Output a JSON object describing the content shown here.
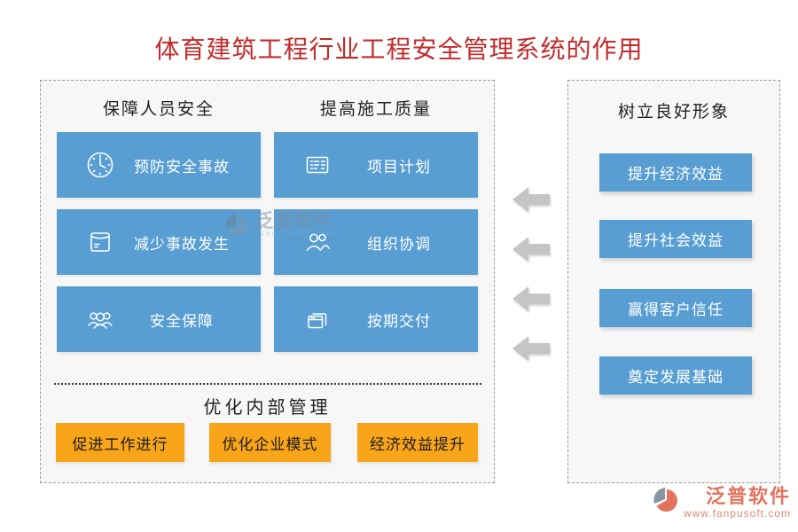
{
  "title": "体育建筑工程行业工程安全管理系统的作用",
  "colors": {
    "accent_blue": "#589ed2",
    "accent_orange": "#f9a51a",
    "title_red": "#c22b2b",
    "arrow_gray": "#c5c5c5",
    "logo_coral": "#e2745f",
    "panel_bg": "#f7f7f8"
  },
  "left_panel": {
    "columns": [
      {
        "header": "保障人员安全",
        "items": [
          {
            "icon": "clock-icon",
            "label": "预防安全事故"
          },
          {
            "icon": "parcel-icon",
            "label": "减少事故发生"
          },
          {
            "icon": "team-icon",
            "label": "安全保障"
          }
        ]
      },
      {
        "header": "提高施工质量",
        "items": [
          {
            "icon": "plan-board-icon",
            "label": "项目计划"
          },
          {
            "icon": "partners-icon",
            "label": "组织协调"
          },
          {
            "icon": "stacked-windows-icon",
            "label": "按期交付"
          }
        ]
      }
    ],
    "bottom": {
      "header": "优化内部管理",
      "items": [
        "促进工作进行",
        "优化企业模式",
        "经济效益提升"
      ]
    }
  },
  "right_panel": {
    "header": "树立良好形象",
    "items": [
      "提升经济效益",
      "提升社会效益",
      "赢得客户信任",
      "奠定发展基础"
    ]
  },
  "arrows": {
    "count": 4,
    "direction": "left"
  },
  "watermark": {
    "text": "泛普软件",
    "subtext": "FANPU SOFTWARE"
  },
  "logo": {
    "text": "泛普软件",
    "url": "www.fanpusoft.com"
  }
}
